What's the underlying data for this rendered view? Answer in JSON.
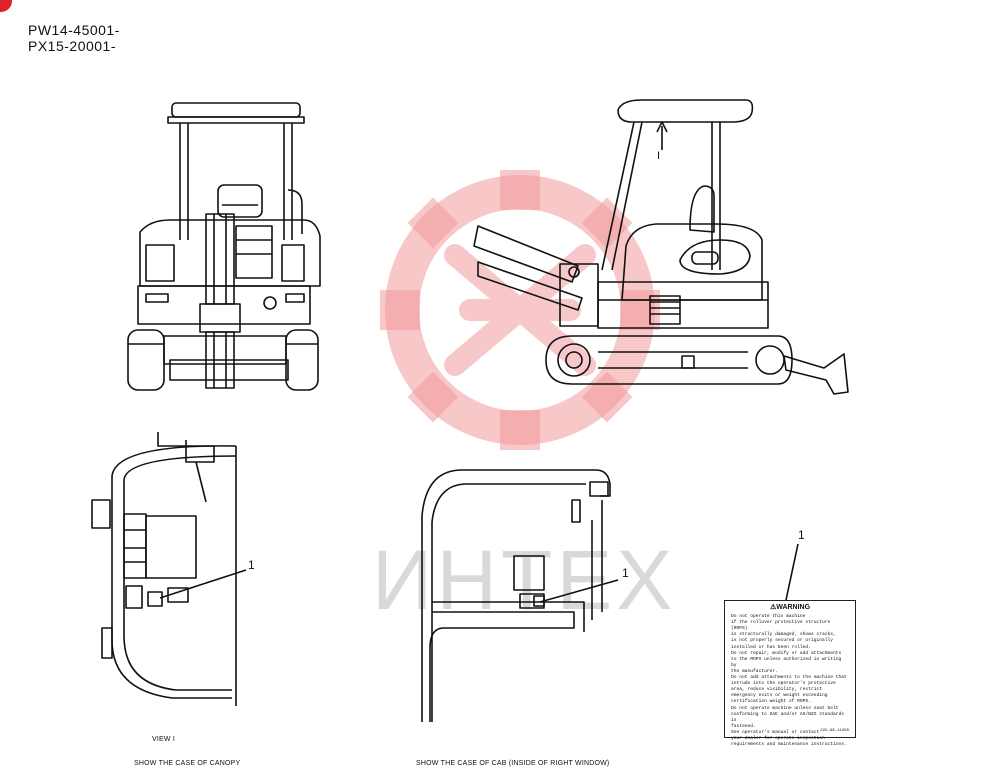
{
  "header": {
    "serial_line_1": "PW14-45001-",
    "serial_line_2": "PX15-20001-"
  },
  "callouts": {
    "canopy_callout": "1",
    "cab_callout": "1",
    "label_callout": "1",
    "arrow_label": "I"
  },
  "captions": {
    "view": "VIEW  I",
    "canopy_case": "SHOW THE CASE OF CANOPY",
    "cab_case": "SHOW THE CASE OF CAB (INSIDE OF RIGHT WINDOW)"
  },
  "warning_label": {
    "title": "WARNING",
    "lines": [
      "Do not operate this machine",
      "if the rollover protective structure (ROPS)",
      "is structurally damaged, shows cracks,",
      "is not properly secured or originally",
      "installed or has been rolled.",
      "Do not repair, modify or add attachments",
      "to the ROPS unless authorized in writing by",
      "the manufacturer.",
      "Do not add attachments to the machine that",
      "intrude into the operator's protective",
      "area, reduce visibility, restrict",
      "emergency exits or weight exceeding",
      "certification weight of ROPS.",
      "Do not operate machine unless seat belt",
      "conforming to SAE and/or AS/NZS standards is",
      "fastened.",
      "See operator's manual or contact",
      "your dealer for operate inspection",
      "requirements and maintenance instructions."
    ],
    "part_code": "22U-98-11450"
  },
  "watermark": {
    "text": "ИНТЕХ",
    "color": "#e8383d"
  }
}
